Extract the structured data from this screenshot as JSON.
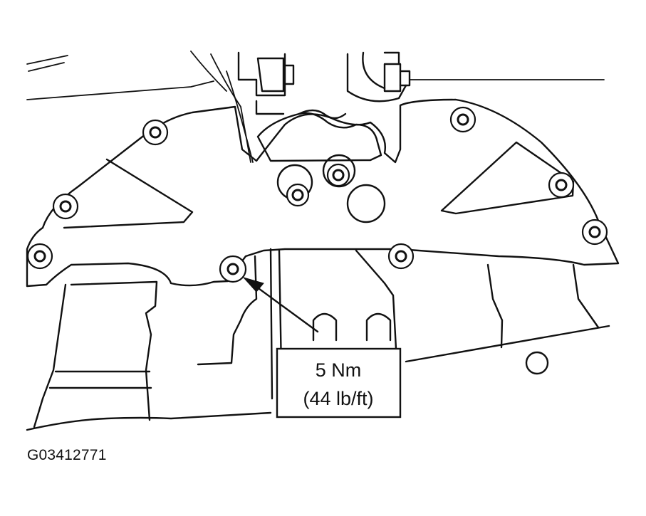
{
  "callout": {
    "torque_nm": "5 Nm",
    "torque_lbft": "(44 lb/ft)"
  },
  "figure_id": "G03412771"
}
